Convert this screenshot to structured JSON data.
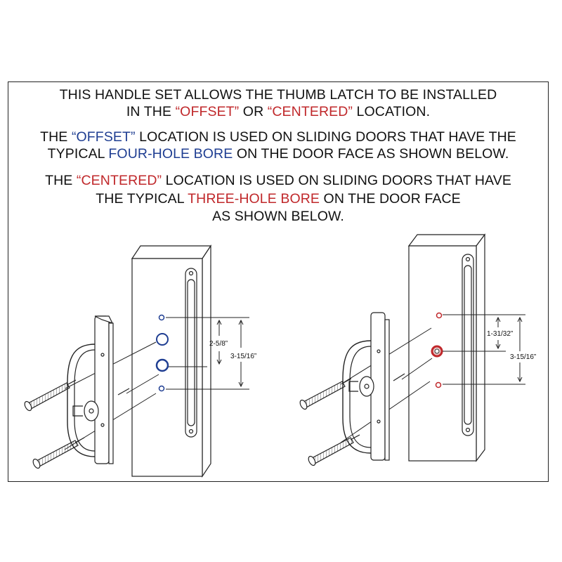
{
  "intro": {
    "line1": "THIS HANDLE SET ALLOWS THE THUMB LATCH TO BE INSTALLED",
    "line2_pre": "IN THE ",
    "line2_offset": "“OFFSET”",
    "line2_mid": " OR ",
    "line2_centered": "“CENTERED”",
    "line2_post": " LOCATION."
  },
  "offset_para": {
    "pre": "THE ",
    "term": "“OFFSET”",
    "post": " LOCATION IS USED ON SLIDING DOORS THAT HAVE THE",
    "line2_pre": "TYPICAL ",
    "bore": "FOUR-HOLE BORE",
    "line2_post": " ON THE DOOR FACE AS SHOWN BELOW."
  },
  "centered_para": {
    "pre": "THE ",
    "term": "“CENTERED”",
    "post": " LOCATION IS USED ON SLIDING DOORS THAT HAVE",
    "line2_pre": "THE TYPICAL ",
    "bore": "THREE-HOLE BORE",
    "line2_post": " ON THE DOOR FACE",
    "line3": "AS SHOWN BELOW."
  },
  "left_diagram": {
    "dim_inner": "2-5/8”",
    "dim_outer": "3-15/16”"
  },
  "right_diagram": {
    "dim_inner": "1-31/32”",
    "dim_outer": "3-15/16”"
  },
  "colors": {
    "offset_blue": "#1f3e92",
    "centered_red": "#c0282b"
  }
}
